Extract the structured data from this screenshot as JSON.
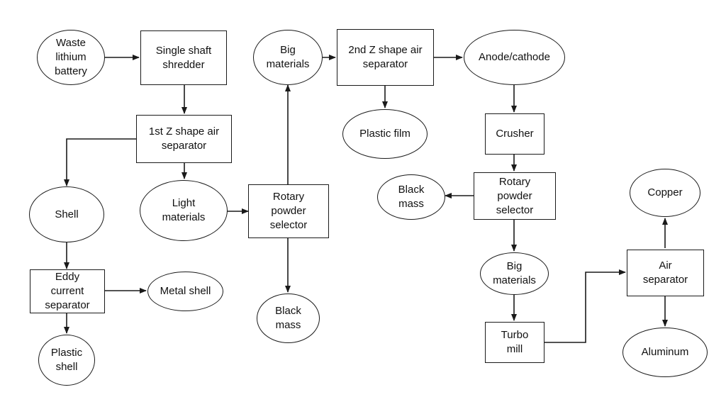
{
  "nodes": {
    "waste_lithium_battery": "Waste\nlithium\nbattery",
    "single_shaft_shredder": "Single shaft\nshredder",
    "first_z_separator": "1st Z shape air\nseparator",
    "shell": "Shell",
    "light_materials": "Light\nmaterials",
    "eddy_current_separator": "Eddy\ncurrent\nseparator",
    "metal_shell": "Metal shell",
    "plastic_shell": "Plastic\nshell",
    "rotary_powder_selector_1": "Rotary\npowder\nselector",
    "big_materials_1": "Big\nmaterials",
    "black_mass_1": "Black\nmass",
    "second_z_separator": "2nd Z shape air\nseparator",
    "plastic_film": "Plastic film",
    "anode_cathode": "Anode/cathode",
    "crusher": "Crusher",
    "rotary_powder_selector_2": "Rotary\npowder\nselector",
    "black_mass_2": "Black\nmass",
    "big_materials_2": "Big\nmaterials",
    "turbo_mill": "Turbo\nmill",
    "air_separator": "Air\nseparator",
    "copper": "Copper",
    "aluminum": "Aluminum"
  },
  "colors": {
    "stroke": "#1a1a1a",
    "text": "#111111",
    "background": "#ffffff"
  }
}
